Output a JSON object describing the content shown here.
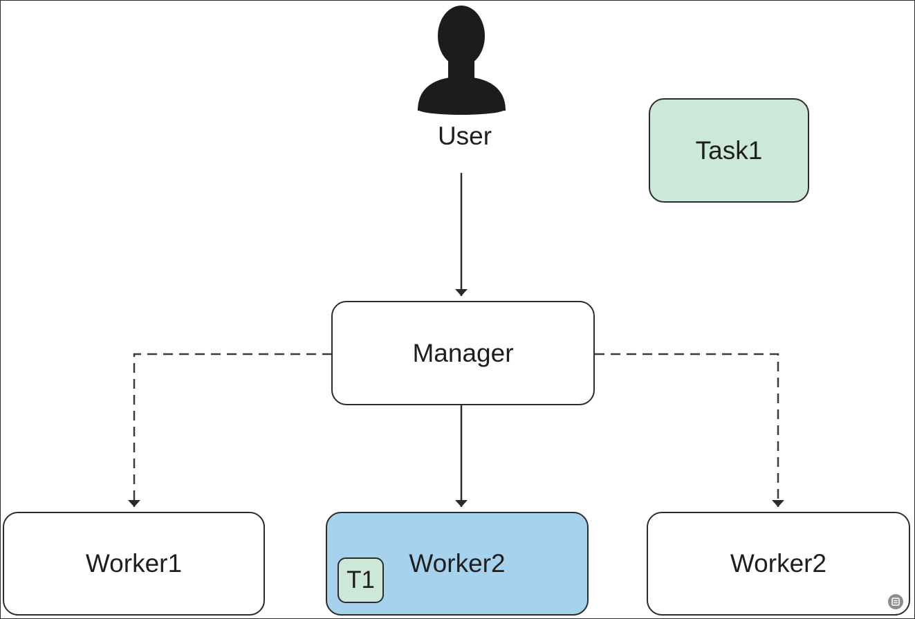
{
  "user": {
    "label": "User",
    "icon": "user-silhouette-icon"
  },
  "task_box": {
    "label": "Task1",
    "color": "#cbe8d8"
  },
  "manager": {
    "label": "Manager"
  },
  "workers": [
    {
      "label": "Worker1",
      "assigned": false
    },
    {
      "label": "Worker2",
      "assigned": true,
      "task_chip": "T1",
      "color": "#a6d2ee"
    },
    {
      "label": "Worker2",
      "assigned": false
    }
  ],
  "corner_icon": "scan-icon"
}
